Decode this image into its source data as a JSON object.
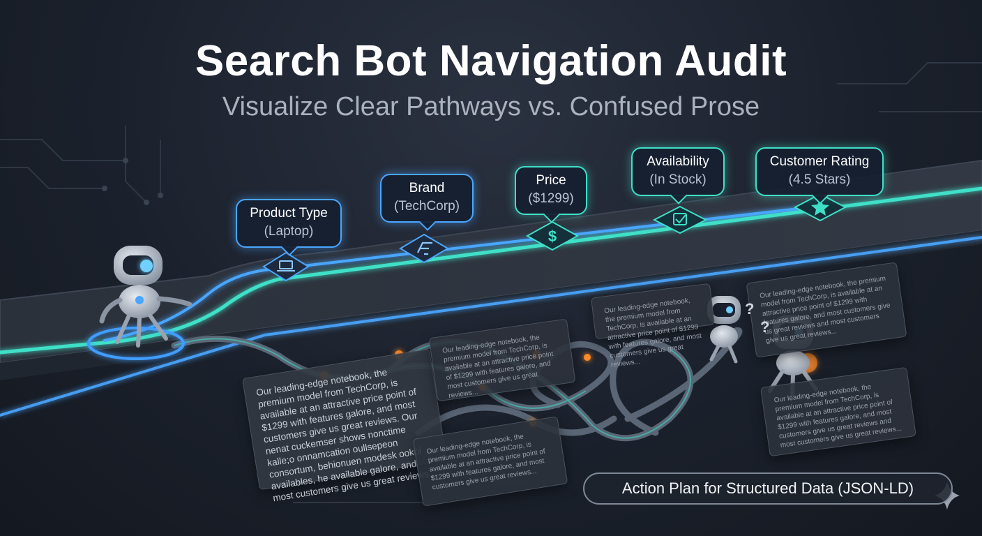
{
  "header": {
    "title": "Search Bot Navigation Audit",
    "subtitle": "Visualize Clear Pathways vs. Confused Prose"
  },
  "waypoints": [
    {
      "title": "Product Type",
      "value": "(Laptop)",
      "icon": "laptop-icon",
      "style": "blue"
    },
    {
      "title": "Brand",
      "value": "(TechCorp)",
      "icon": "brand-logo-icon",
      "style": "blue"
    },
    {
      "title": "Price",
      "value": "($1299)",
      "icon": "dollar-icon",
      "style": "teal"
    },
    {
      "title": "Availability",
      "value": "(In Stock)",
      "icon": "checkbox-icon",
      "style": "teal"
    },
    {
      "title": "Customer Rating",
      "value": "(4.5 Stars)",
      "icon": "star-icon",
      "style": "teal"
    }
  ],
  "prose_blocks": {
    "main": "Our leading-edge notebook, the premium model from TechCorp, is available at an attractive price point of $1299 with features galore, and most customers give us great reviews. Our nenat cuckemser shows nonctime kalle;o onnamcation oullsepeon consortum, behionuen modesk ookol availables, he available galore, and most customers give us great reviews...",
    "center": "Our leading-edge notebook, the premium model from TechCorp, is available at an attractive price point of $1299 with features galore, and most customers give us great reviews...",
    "top_right": "Our leading-edge notebook, the premium model from TechCorp, is available at an attractive price point of $1299 with features galore, and most customers give us great reviews...",
    "lower_center": "Our leading-edge notebook, the premium model from TechCorp, is available at an attractive price point of $1299 with features galore, and most customers give us great reviews...",
    "far_right": "Our leading-edge notebook, the premium model from TechCorp, is available at an attractive price point of $1299 with features galore, and most customers give us great reviews and most customers give us great reviews...",
    "bottom_right": "Our leading-edge notebook, the premium model from TechCorp, is available at an attractive price point of $1299 with features galore, and most customers give us great reviews and most customers give us great reviews..."
  },
  "confused_bots": {
    "question_mark": "?"
  },
  "action": {
    "label": "Action Plan for Structured Data (JSON-LD)"
  },
  "colors": {
    "background": "#1b212c",
    "clear_path_blue": "#4aa6ff",
    "clear_path_teal": "#3fe0c8",
    "confused_path": "#5e6a7a",
    "spark_orange": "#ff8a2a"
  }
}
